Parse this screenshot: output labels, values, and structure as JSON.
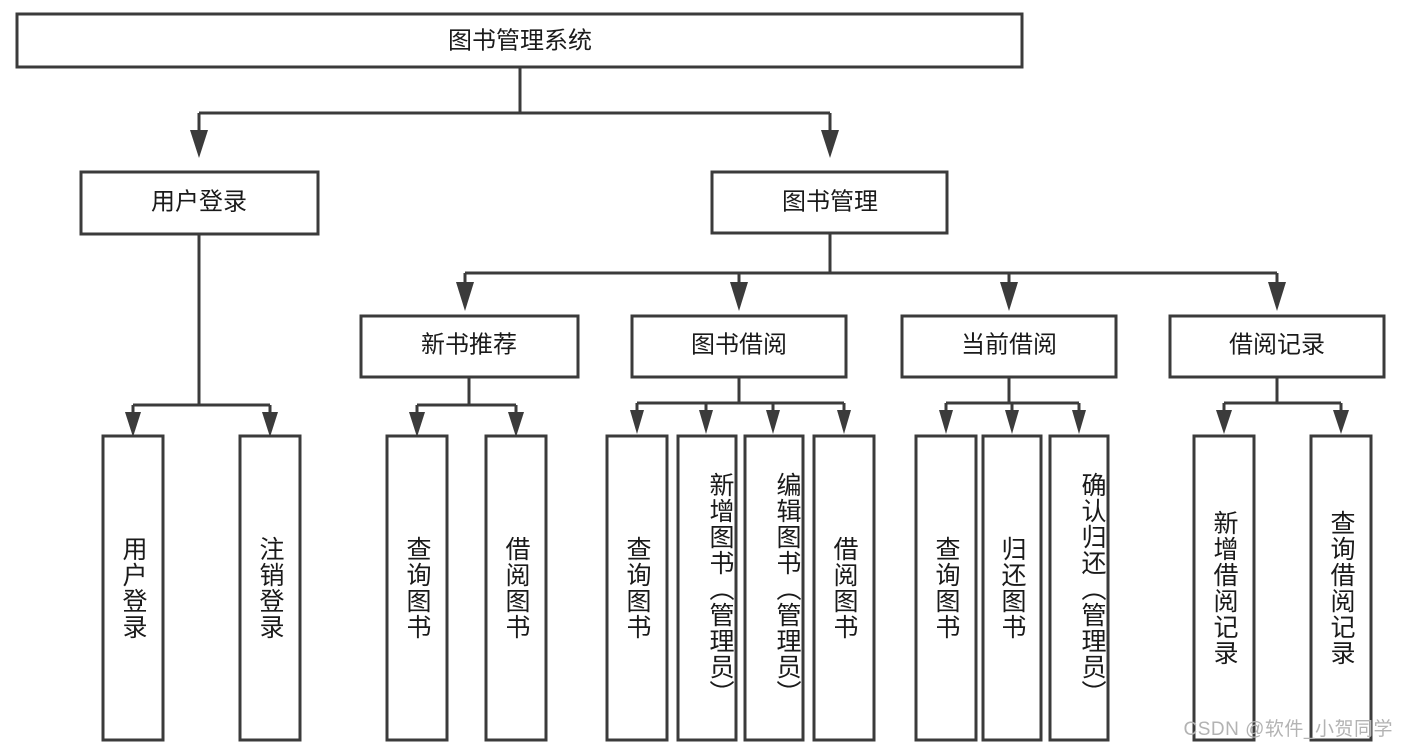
{
  "diagram": {
    "type": "tree",
    "title": "图书管理系统",
    "watermark": "CSDN @软件_小贺同学",
    "colors": {
      "stroke": "#3b3b3b",
      "fill": "#ffffff",
      "text": "#1a1a1a",
      "watermark": "#b3b3b3",
      "background": "#ffffff"
    },
    "root": {
      "label": "图书管理系统"
    },
    "level2": [
      {
        "label": "用户登录"
      },
      {
        "label": "图书管理"
      }
    ],
    "level3": [
      {
        "label": "新书推荐"
      },
      {
        "label": "图书借阅"
      },
      {
        "label": "当前借阅"
      },
      {
        "label": "借阅记录"
      }
    ],
    "leaves": {
      "user_login": [
        {
          "label": "用户登录"
        },
        {
          "label": "注销登录"
        }
      ],
      "new_book_recommend": [
        {
          "label": "查询图书"
        },
        {
          "label": "借阅图书"
        }
      ],
      "book_borrow": [
        {
          "label": "查询图书"
        },
        {
          "label": "新增图书（管理员）"
        },
        {
          "label": "编辑图书（管理员）"
        },
        {
          "label": "借阅图书"
        }
      ],
      "current_borrow": [
        {
          "label": "查询图书"
        },
        {
          "label": "归还图书"
        },
        {
          "label": "确认归还（管理员）"
        }
      ],
      "borrow_record": [
        {
          "label": "新增借阅记录"
        },
        {
          "label": "查询借阅记录"
        }
      ]
    }
  }
}
